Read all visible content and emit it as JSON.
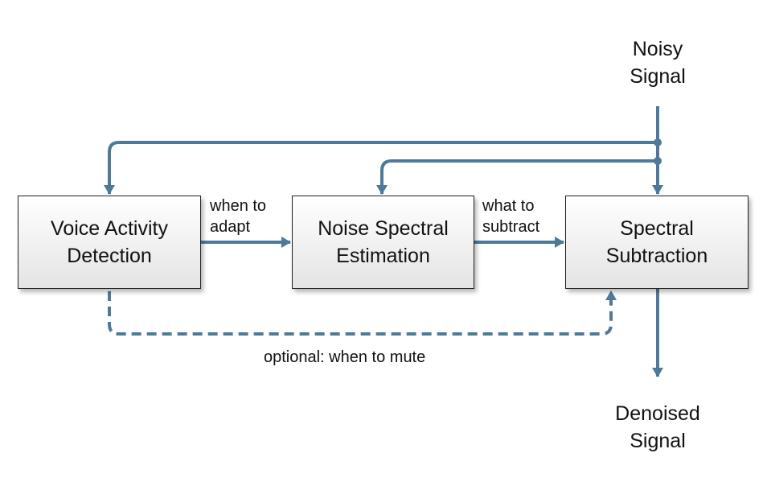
{
  "colors": {
    "connector": "#4e7a99",
    "box_border": "#222222",
    "text": "#111111"
  },
  "nodes": {
    "vad": {
      "line1": "Voice Activity",
      "line2": "Detection"
    },
    "nse": {
      "line1": "Noise Spectral",
      "line2": "Estimation"
    },
    "ss": {
      "line1": "Spectral",
      "line2": "Subtraction"
    }
  },
  "input": {
    "line1": "Noisy",
    "line2": "Signal"
  },
  "output": {
    "line1": "Denoised",
    "line2": "Signal"
  },
  "edges": {
    "vad_to_nse": {
      "line1": "when to",
      "line2": "adapt"
    },
    "nse_to_ss": {
      "line1": "what to",
      "line2": "subtract"
    },
    "vad_to_ss_optional": "optional: when to mute"
  }
}
